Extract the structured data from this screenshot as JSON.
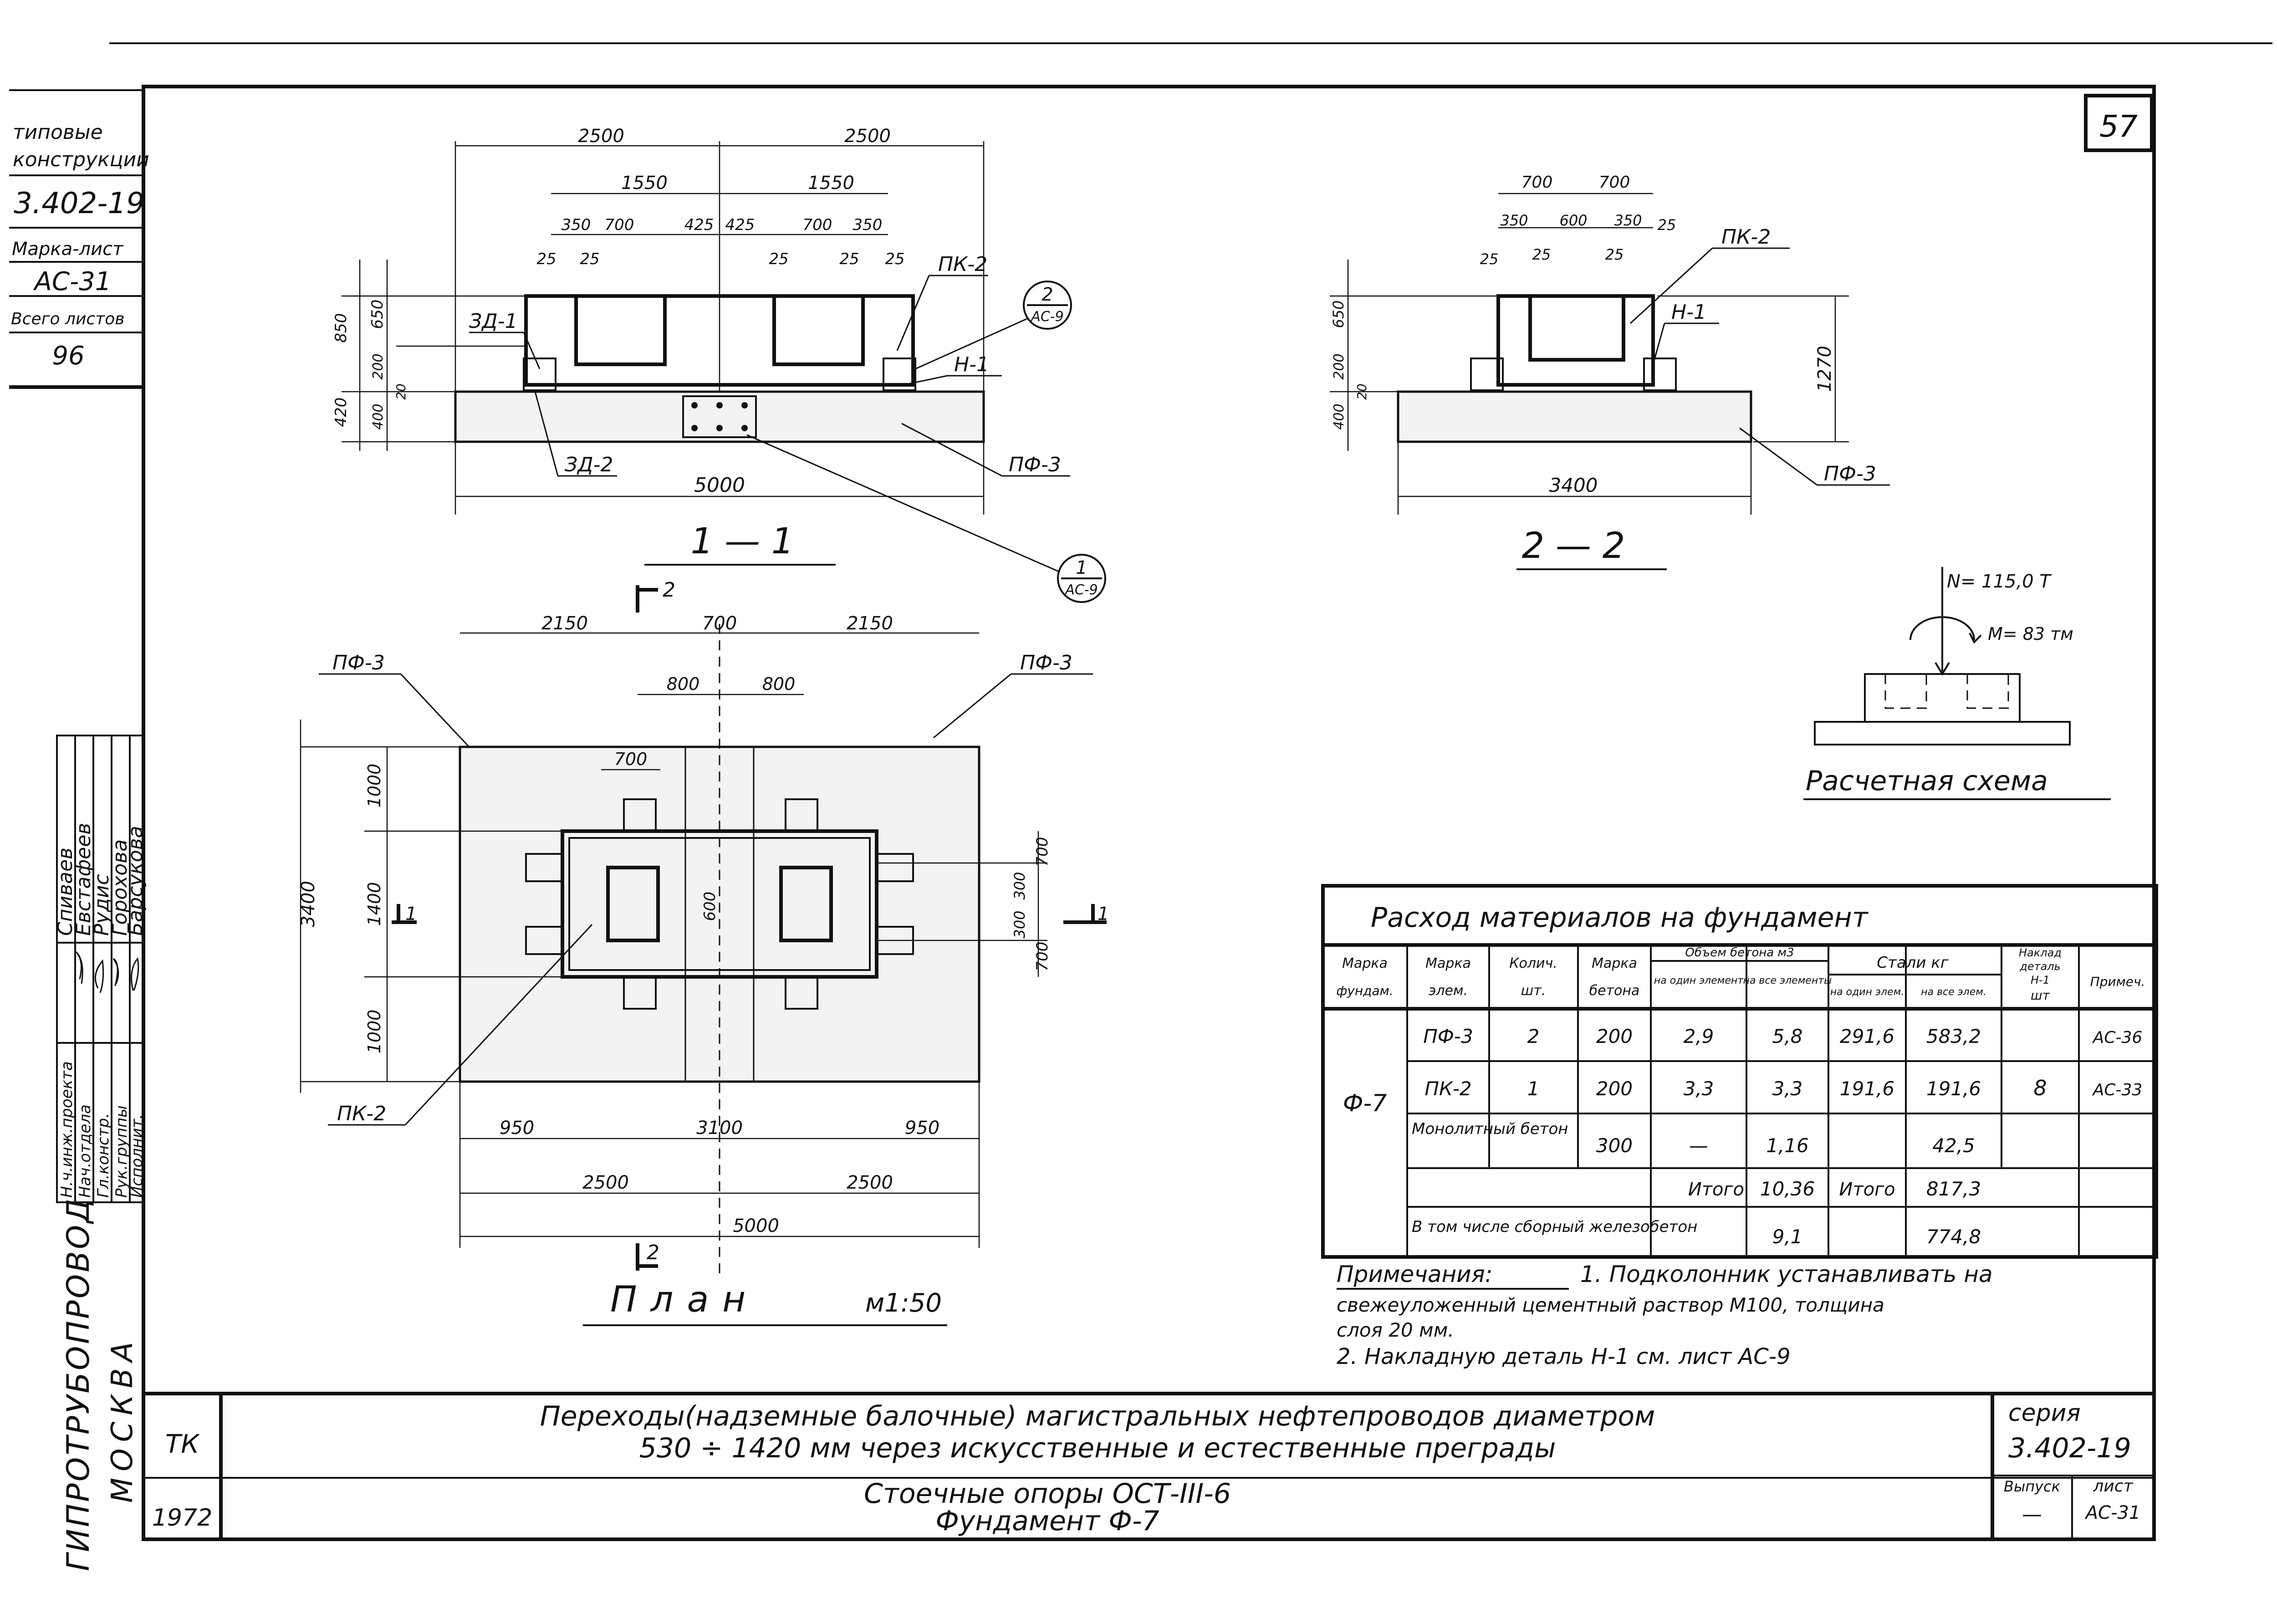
{
  "sheet": {
    "number": "57"
  },
  "stamp_left": {
    "title_lines": [
      "типовые",
      "конструкции"
    ],
    "series": "3.402-19",
    "mark_label": "Марка-лист",
    "mark_value": "АС-31",
    "total_label": "Всего листов",
    "total_value": "96",
    "roles": [
      "Н.ч.инж.проекта",
      "Нач.отдела",
      "Гл.констр.",
      "Рук.группы",
      "Исполнит."
    ],
    "names": [
      "Спиваев",
      "Евстафеев",
      "Рудис",
      "Горохова",
      "Барсукова"
    ],
    "organization": "ГИПРОТРУБОПРОВОД",
    "city": "МОСКВА"
  },
  "section_1_1": {
    "title": "1 — 1",
    "dims_top": [
      "2500",
      "2500"
    ],
    "dims_mid": [
      "1550",
      "1550"
    ],
    "dims_detail": [
      "350",
      "700",
      "425",
      "425",
      "700",
      "350"
    ],
    "dims_25": [
      "25",
      "25",
      "25",
      "25",
      "25"
    ],
    "dims_left": [
      "850",
      "650",
      "200",
      "20",
      "420",
      "400"
    ],
    "dim_bottom": "5000",
    "labels": {
      "zd1": "ЗД-1",
      "zd2": "ЗД-2",
      "pk2": "ПК-2",
      "n1": "Н-1",
      "pf3": "ПФ-3"
    },
    "callout_top": {
      "num": "2",
      "ref": "АС-9"
    },
    "callout_bottom": {
      "num": "1",
      "ref": "АС-9"
    }
  },
  "section_2_2": {
    "title": "2 — 2",
    "dims_top": [
      "700",
      "700"
    ],
    "dims_detail": [
      "350",
      "600",
      "350",
      "25"
    ],
    "dims_25": [
      "25",
      "25",
      "25"
    ],
    "dims_left": [
      "650",
      "200",
      "20",
      "400"
    ],
    "dim_right": "1270",
    "dim_bottom": "3400",
    "labels": {
      "pk2": "ПК-2",
      "n1": "Н-1",
      "pf3": "ПФ-3"
    }
  },
  "plan": {
    "title": "План",
    "scale": "м1:50",
    "dims_top": [
      "2150",
      "700",
      "2150"
    ],
    "dims_800": [
      "800",
      "800"
    ],
    "dim_700_inner": "700",
    "dims_left": [
      "1000",
      "1400",
      "1000"
    ],
    "dim_left_total": "3400",
    "dim_600": "600",
    "dims_right": [
      "700",
      "300",
      "300",
      "700"
    ],
    "dims_bottom": [
      "950",
      "3100",
      "950"
    ],
    "dims_bottom2": [
      "2500",
      "2500"
    ],
    "dim_bottom_total": "5000",
    "labels": {
      "pf3_left": "ПФ-3",
      "pf3_right": "ПФ-3",
      "pk2": "ПК-2"
    },
    "cut_1": "1",
    "cut_2": "2"
  },
  "calc_scheme": {
    "title": "Расчетная схема",
    "force_n": "N= 115,0 Т",
    "moment_m": "М= 83 тм"
  },
  "materials_table": {
    "title": "Расход материалов на фундамент",
    "headers": {
      "mark_found": [
        "Марка",
        "фундам."
      ],
      "mark_elem": [
        "Марка",
        "элем."
      ],
      "qty": [
        "Колич.",
        "шт."
      ],
      "concrete_grade": [
        "Марка",
        "бетона"
      ],
      "volume": "Объем бетона м3",
      "volume_one": "на один элемент",
      "volume_all": "на все элементы",
      "steel": "Стали кг",
      "steel_one": "на один элем.",
      "steel_all": "на все элем.",
      "plate": [
        "Наклад",
        "деталь",
        "Н-1",
        "шт"
      ],
      "note": "Примеч."
    },
    "foundation_mark": "Ф-7",
    "rows": [
      {
        "elem": "ПФ-3",
        "qty": "2",
        "grade": "200",
        "vol_one": "2,9",
        "vol_all": "5,8",
        "steel_one": "291,6",
        "steel_all": "583,2",
        "note": "АС-36"
      },
      {
        "elem": "ПК-2",
        "qty": "1",
        "grade": "200",
        "vol_one": "3,3",
        "vol_all": "3,3",
        "steel_one": "191,6",
        "steel_all": "191,6",
        "note": "АС-33"
      }
    ],
    "plate_count": "8",
    "monolithic": {
      "label": "Монолитный бетон",
      "grade": "300",
      "vol_one": "—",
      "vol_all": "1,16",
      "steel_all": "42,5"
    },
    "total": {
      "label_vol": "Итого",
      "vol_all": "10,36",
      "label_steel": "Итого",
      "steel_all": "817,3"
    },
    "precast": {
      "label": "В том числе сборный железобетон",
      "vol_all": "9,1",
      "steel_all": "774,8"
    }
  },
  "notes": {
    "title": "Примечания:",
    "line1": "1. Подколонник устанавливать на",
    "line2": "свежеуложенный цементный раствор М100, толщина",
    "line3": "слоя   20 мм.",
    "line4": "2. Накладную деталь Н-1 см. лист АС-9"
  },
  "title_block": {
    "tk": "ТК",
    "year": "1972",
    "line1": "Переходы(надземные балочные) магистральных нефтепроводов диаметром",
    "line2": "530 ÷ 1420 мм через искусственные и естественные преграды",
    "line3": "Стоечные          опоры          ОСТ-III-6",
    "line4": "Фундамент Ф-7",
    "series_label": "серия",
    "series_value": "3.402-19",
    "issue_label": "Выпуск",
    "issue_value": "—",
    "sheet_label": "лист",
    "sheet_value": "АС-31"
  }
}
